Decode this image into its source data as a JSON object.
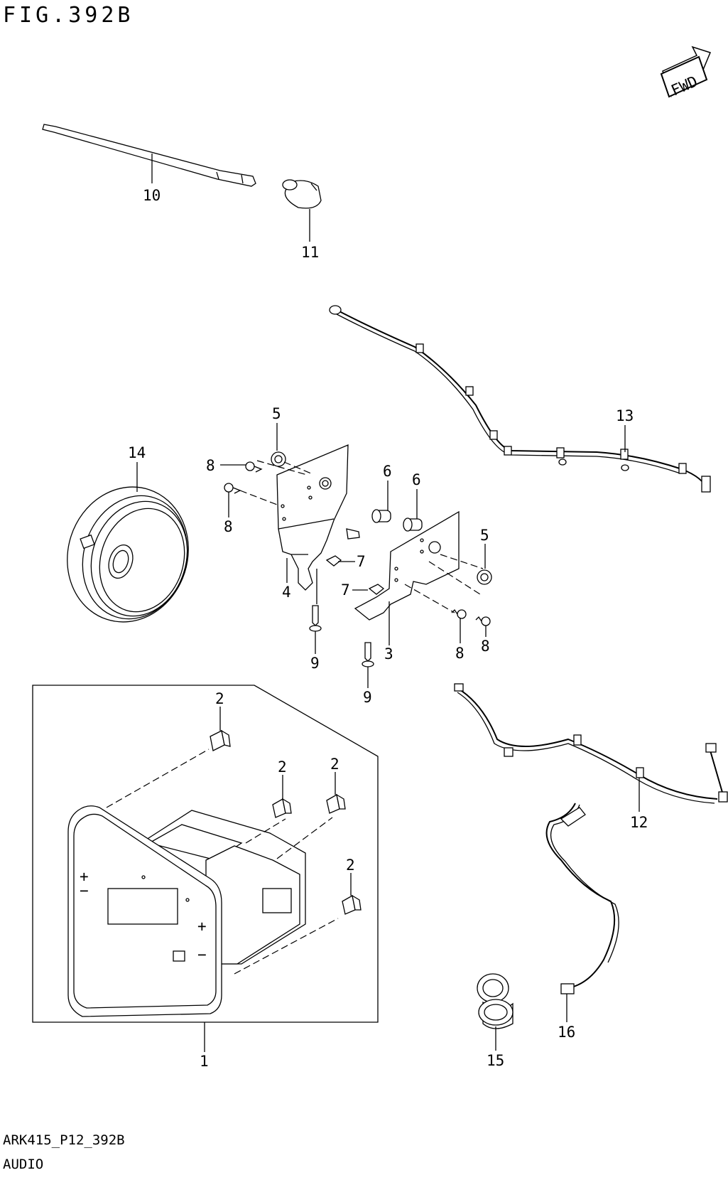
{
  "header": {
    "figure_title": "FIG.392B"
  },
  "direction_badge": {
    "label": "FWD",
    "icon": "forward-arrow-icon"
  },
  "footer": {
    "code": "ARK415_P12_392B",
    "section_name": "AUDIO"
  },
  "callouts": [
    {
      "id": "c1",
      "label": "1"
    },
    {
      "id": "c2a",
      "label": "2"
    },
    {
      "id": "c2b",
      "label": "2"
    },
    {
      "id": "c2c",
      "label": "2"
    },
    {
      "id": "c2d",
      "label": "2"
    },
    {
      "id": "c3",
      "label": "3"
    },
    {
      "id": "c4",
      "label": "4"
    },
    {
      "id": "c5a",
      "label": "5"
    },
    {
      "id": "c5b",
      "label": "5"
    },
    {
      "id": "c6a",
      "label": "6"
    },
    {
      "id": "c6b",
      "label": "6"
    },
    {
      "id": "c7a",
      "label": "7"
    },
    {
      "id": "c7b",
      "label": "7"
    },
    {
      "id": "c8a",
      "label": "8"
    },
    {
      "id": "c8b",
      "label": "8"
    },
    {
      "id": "c8c",
      "label": "8"
    },
    {
      "id": "c8d",
      "label": "8"
    },
    {
      "id": "c9a",
      "label": "9"
    },
    {
      "id": "c9b",
      "label": "9"
    },
    {
      "id": "c10",
      "label": "10"
    },
    {
      "id": "c11",
      "label": "11"
    },
    {
      "id": "c12",
      "label": "12"
    },
    {
      "id": "c13",
      "label": "13"
    },
    {
      "id": "c14",
      "label": "14"
    },
    {
      "id": "c15",
      "label": "15"
    },
    {
      "id": "c16",
      "label": "16"
    }
  ]
}
